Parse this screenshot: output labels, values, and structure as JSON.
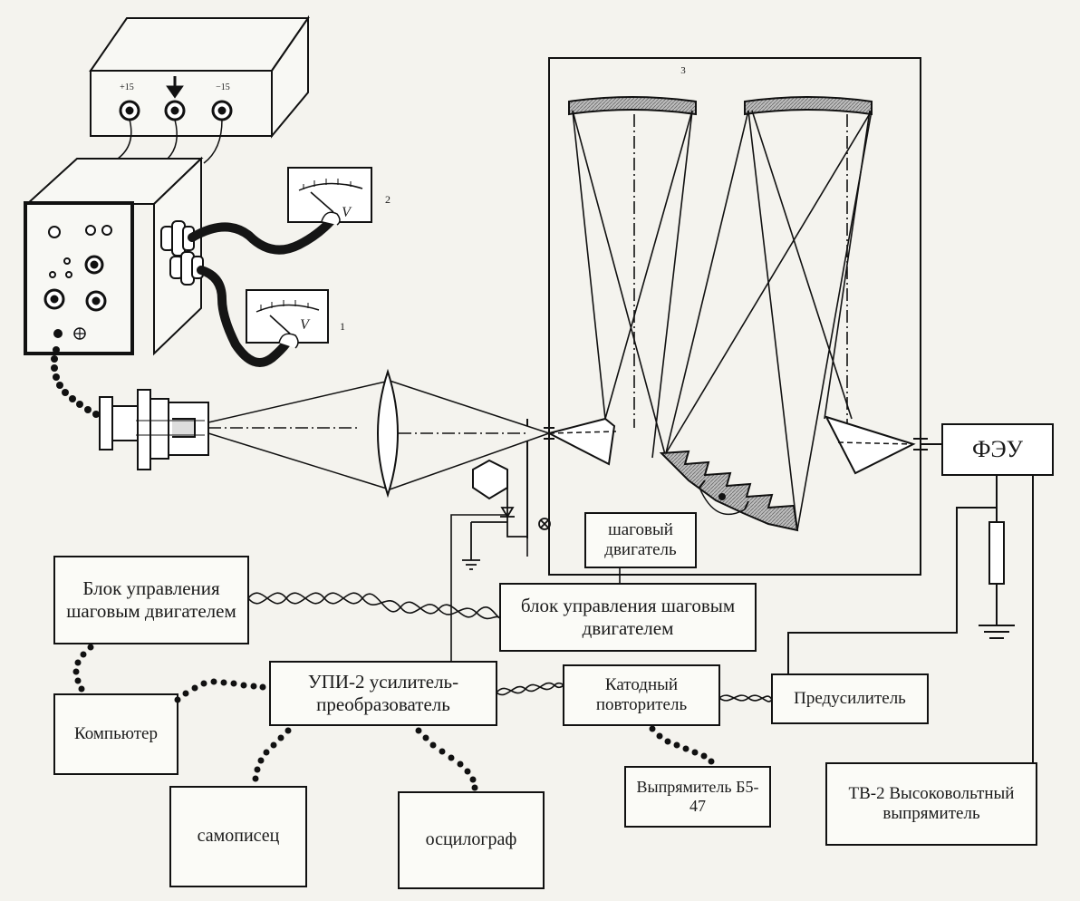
{
  "diagram": {
    "power_supply": {
      "plus_label": "+15",
      "minus_label": "−15"
    },
    "voltmeters": [
      {
        "unit_label": "V",
        "number_label": "2"
      },
      {
        "unit_label": "V",
        "number_label": "1"
      }
    ],
    "monochromator_mirror_mark": "3",
    "blocks": {
      "pmt": "ФЭУ",
      "stepper_motor": "шаговый двигатель",
      "motor_control_unit_main": "блок управления шаговым двигателем",
      "motor_control_unit_left": "Блок управления шаговым двигателем",
      "amplifier_converter": "УПИ-2 усилитель-преобразователь",
      "cathode_follower": "Катодный повторитель",
      "preamplifier": "Предусилитель",
      "computer": "Компьютер",
      "recorder": "самописец",
      "oscillograph": "осцилограф",
      "rectifier": "Выпрямитель Б5-47",
      "hv_rectifier": "ТВ-2 Высоковольтный выпрямитель"
    }
  }
}
